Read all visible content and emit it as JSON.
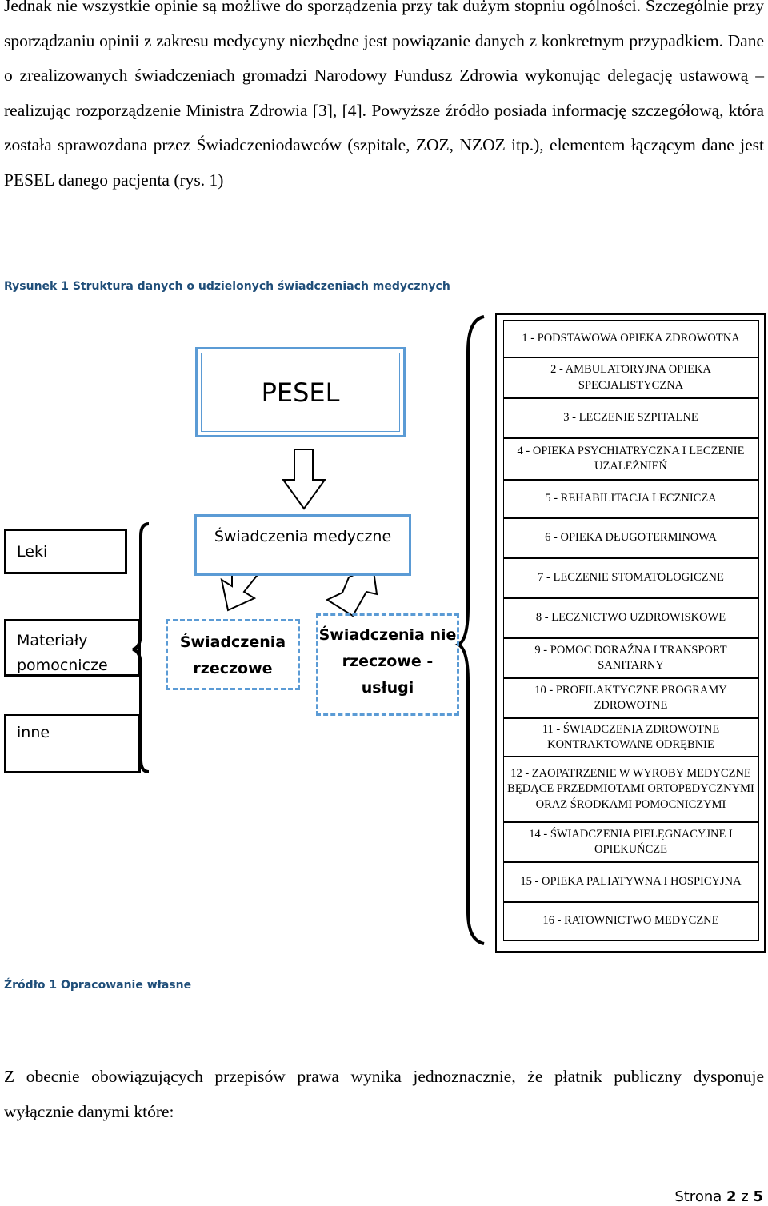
{
  "text": {
    "intro": "Jednak nie wszystkie opinie są możliwe do sporządzenia przy tak dużym stopniu ogólności. Szczególnie przy sporządzaniu opinii z zakresu medycyny niezbędne jest powiązanie danych z konkretnym przypadkiem. Dane o zrealizowanych świadczeniach gromadzi Narodowy Fundusz Zdrowia wykonując delegację ustawową – realizując rozporządzenie Ministra Zdrowia [3], [4]. Powyższe źródło posiada informację szczegółową, która została sprawozdana przez Świadczeniodawców (szpitale, ZOZ, NZOZ itp.), elementem łączącym dane jest PESEL danego pacjenta (rys. 1)",
    "conclusion": "Z obecnie obowiązujących przepisów prawa wynika jednoznacznie, że płatnik publiczny dysponuje wyłącznie danymi które:"
  },
  "figure": {
    "caption": "Rysunek 1 Struktura danych o udzielonych świadczeniach medycznych",
    "source": "Źródło 1 Opracowanie własne",
    "pesel": "PESEL",
    "medical_services": "Świadczenia medyczne",
    "material_services": "Świadczenia rzeczowe",
    "non_material_services": "Świadczenia nie rzeczowe - usługi",
    "side_boxes": [
      "Leki",
      "Materiały pomocnicze",
      "inne"
    ],
    "categories": [
      "1 - PODSTAWOWA OPIEKA ZDROWOTNA",
      "2 - AMBULATORYJNA OPIEKA SPECJALISTYCZNA",
      "3 - LECZENIE SZPITALNE",
      "4 - OPIEKA PSYCHIATRYCZNA I LECZENIE UZALEŻNIEŃ",
      "5 - REHABILITACJA LECZNICZA",
      "6 - OPIEKA DŁUGOTERMINOWA",
      "7 - LECZENIE STOMATOLOGICZNE",
      "8 - LECZNICTWO UZDROWISKOWE",
      "9 - POMOC DORAŹNA I TRANSPORT SANITARNY",
      "10 - PROFILAKTYCZNE PROGRAMY ZDROWOTNE",
      "11 - ŚWIADCZENIA ZDROWOTNE KONTRAKTOWANE ODRĘBNIE",
      "12 - ZAOPATRZENIE W WYROBY MEDYCZNE BĘDĄCE PRZEDMIOTAMI ORTOPEDYCZNYMI ORAZ ŚRODKAMI POMOCNICZYMI",
      "14 - ŚWIADCZENIA PIELĘGNACYJNE I OPIEKUŃCZE",
      "15 - OPIEKA PALIATYWNA I HOSPICYJNA",
      "16 - RATOWNICTWO MEDYCZNE"
    ]
  },
  "footer": {
    "page_label": "Strona",
    "page_number": "2",
    "of_label": "z",
    "total_pages": "5"
  },
  "colors": {
    "accent": "#5b9bd5",
    "caption": "#1f4e79"
  }
}
